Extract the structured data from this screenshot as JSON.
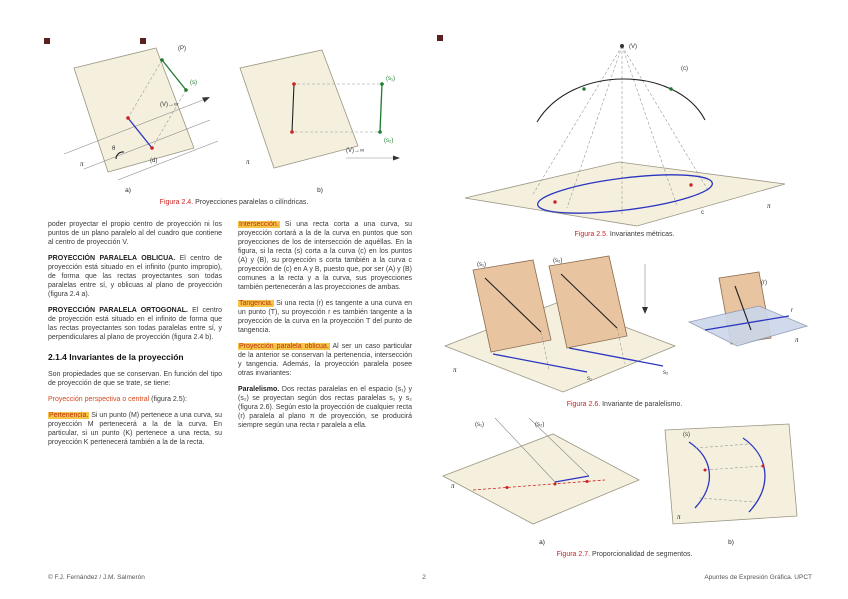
{
  "document": {
    "page_number": "2",
    "footer_left": "© F.J. Fernández / J.M. Salmerón",
    "footer_right": "Apuntes de Expresión Gráfica. UPCT"
  },
  "col1": {
    "paras": [
      {
        "lead": "",
        "body": "poder proyectar el propio centro de proyección ni los puntos de un plano paralelo al del cuadro que contiene al centro de proyección V."
      },
      {
        "lead": "PROYECCIÓN PARALELA OBLICUA.",
        "body": " El centro de proyección está situado en el infinito (punto impropio), de forma que las rectas proyectantes son todas paralelas entre sí, y oblicuas al plano de proyección (figura 2.4 a)."
      },
      {
        "lead": "PROYECCIÓN PARALELA ORTOGONAL.",
        "body": " El centro de proyección está situado en el infinito de forma que las rectas proyectantes son todas paralelas entre sí, y perpendiculares al plano de proyección (figura 2.4 b)."
      },
      {
        "lead": "2.1.4 Invariantes de la proyección",
        "body": ""
      },
      {
        "lead": "",
        "body": "Son propiedades que se conservan. En función del tipo de proyección de que se trate, se tiene:"
      },
      {
        "lead": "Proyección perspectiva o central",
        "body": " (figura 2.5):"
      },
      {
        "lead": "Pertenencia.",
        "body": " Si un punto (M) pertenece a una curva, su proyección M pertenecerá a la de la curva. En particular, si un punto (K) pertenece a una recta, su proyección K pertenecerá también a la de la recta."
      }
    ]
  },
  "col2": {
    "paras": [
      {
        "lead": "Intersección.",
        "body": " Si una recta corta a una curva, su proyección cortará a la de la curva en puntos que son proyecciones de los de intersección de aquéllas. En la figura, si la recta (s) corta a la curva (c) en los puntos (A) y (B), su proyección s corta también a la curva c proyección de (c) en A y B, puesto que, por ser (A) y (B) comunes a la recta y a la curva, sus proyecciones también pertenecerán a las proyecciones de ambas."
      },
      {
        "lead": "Tangencia.",
        "body": " Si una recta (r) es tangente a una curva en un punto (T), su proyección r es también tangente a la proyección de la curva en la proyección T del punto de tangencia."
      },
      {
        "lead": "Proyección paralela oblicua.",
        "body": " Al ser un caso particular de la anterior se conservan la pertenencia, intersección y tangencia. Además, la proyección paralela posee otras invariantes:"
      },
      {
        "lead": "Paralelismo.",
        "body": " Dos rectas paralelas en el espacio (s₁) y (s₂) se proyectan según dos rectas paralelas s₁ y s₂ (figura 2.6). Según esto la proyección de cualquier recta (r) paralela al plano π de proyección, se producirá siempre según una recta r paralela a ella."
      }
    ]
  },
  "fig24": {
    "caption_label": "Figura 2.4.",
    "caption_text": " Proyecciones paralelas o cilíndricas.",
    "labels": {
      "p": "(P)",
      "s": "(s)",
      "d": "(d)",
      "theta": "θ",
      "v_inf_a": "(V)→∞",
      "v_inf_b": "(V)→∞",
      "pi_a": "π",
      "pi_b": "π",
      "sub_a": "a)",
      "sub_b": "b)",
      "s1": "(s₁)",
      "s2": "(s₂)"
    }
  },
  "fig25": {
    "caption_label": "Figura 2.5.",
    "caption_text": " Invariantes métricas.",
    "labels": {
      "v": "(V)",
      "pi": "π",
      "c_space": "(c)",
      "c_proj": "c"
    }
  },
  "fig26": {
    "caption_label": "Figura 2.6.",
    "caption_text": " Invariante de paralelismo.",
    "labels": {
      "s1": "(s₁)",
      "s2": "(s₂)",
      "s1p": "s₁",
      "s2p": "s₂",
      "r": "(r)",
      "rp": "r",
      "pi": "π",
      "pi2": "π"
    }
  },
  "fig27": {
    "caption_label": "Figura 2.7.",
    "caption_text": " Proporcionalidad de segmentos.",
    "labels": {
      "sub_a": "a)",
      "sub_b": "b)",
      "pi_a": "π",
      "pi_b": "π",
      "s1": "(s₁)",
      "s2": "(s₂)",
      "s": "(s)"
    }
  }
}
